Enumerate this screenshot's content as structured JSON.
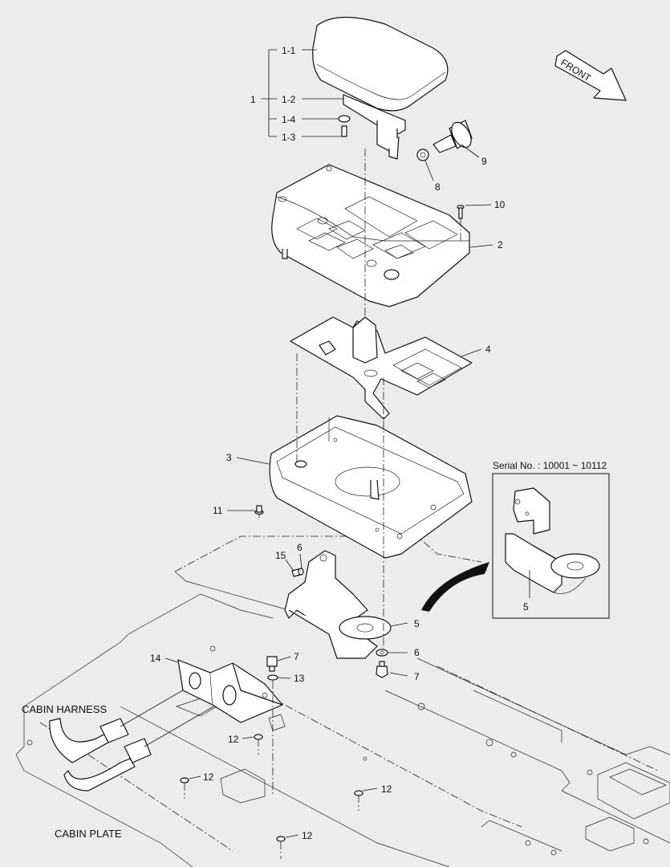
{
  "labels": {
    "p1": "1",
    "p1_1": "1-1",
    "p1_2": "1-2",
    "p1_3": "1-3",
    "p1_4": "1-4",
    "p2": "2",
    "p3": "3",
    "p4": "4",
    "p5": "5",
    "p5_inset": "5",
    "p6a": "6",
    "p6b": "6",
    "p7a": "7",
    "p7b": "7",
    "p8": "8",
    "p9": "9",
    "p10": "10",
    "p11": "11",
    "p12a": "12",
    "p12b": "12",
    "p12c": "12",
    "p12d": "12",
    "p13": "13",
    "p14": "14",
    "p15": "15"
  },
  "front": "FRONT",
  "serial": "Serial No. : 10001 ~ 10112",
  "cabin_harness": "CABIN HARNESS",
  "cabin_plate": "CABIN PLATE"
}
